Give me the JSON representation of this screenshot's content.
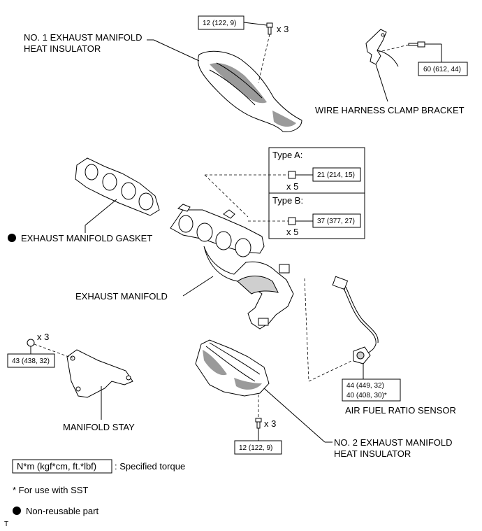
{
  "labels": {
    "heat_insulator_1_line1": "NO. 1 EXHAUST MANIFOLD",
    "heat_insulator_1_line2": "HEAT INSULATOR",
    "wire_harness_bracket": "WIRE HARNESS CLAMP BRACKET",
    "gasket": "EXHAUST MANIFOLD GASKET",
    "manifold": "EXHAUST MANIFOLD",
    "manifold_stay": "MANIFOLD STAY",
    "af_sensor": "AIR FUEL RATIO SENSOR",
    "heat_insulator_2_line1": "NO. 2 EXHAUST MANIFOLD",
    "heat_insulator_2_line2": "HEAT INSULATOR"
  },
  "types": {
    "type_a": "Type A:",
    "type_b": "Type B:"
  },
  "torques": {
    "insulator1_bolts": "12 (122, 9)",
    "bracket_bolt": "60 (612, 44)",
    "type_a_nuts": "21 (214, 15)",
    "type_b_nuts": "37 (377, 27)",
    "stay_bolts": "43 (438, 32)",
    "sensor_line1": "44 (449, 32)",
    "sensor_line2": "40 (408, 30)*",
    "insulator2_bolts": "12 (122, 9)"
  },
  "quantities": {
    "insulator1": "x 3",
    "type_a": "x 5",
    "type_b": "x 5",
    "stay": "x 3",
    "insulator2": "x 3"
  },
  "legend": {
    "torque_unit": "N*m (kgf*cm, ft.*lbf)",
    "torque_desc": ": Specified torque",
    "sst_note": "* For use with SST",
    "non_reusable": "Non-reusable part"
  },
  "corner_mark": "T"
}
